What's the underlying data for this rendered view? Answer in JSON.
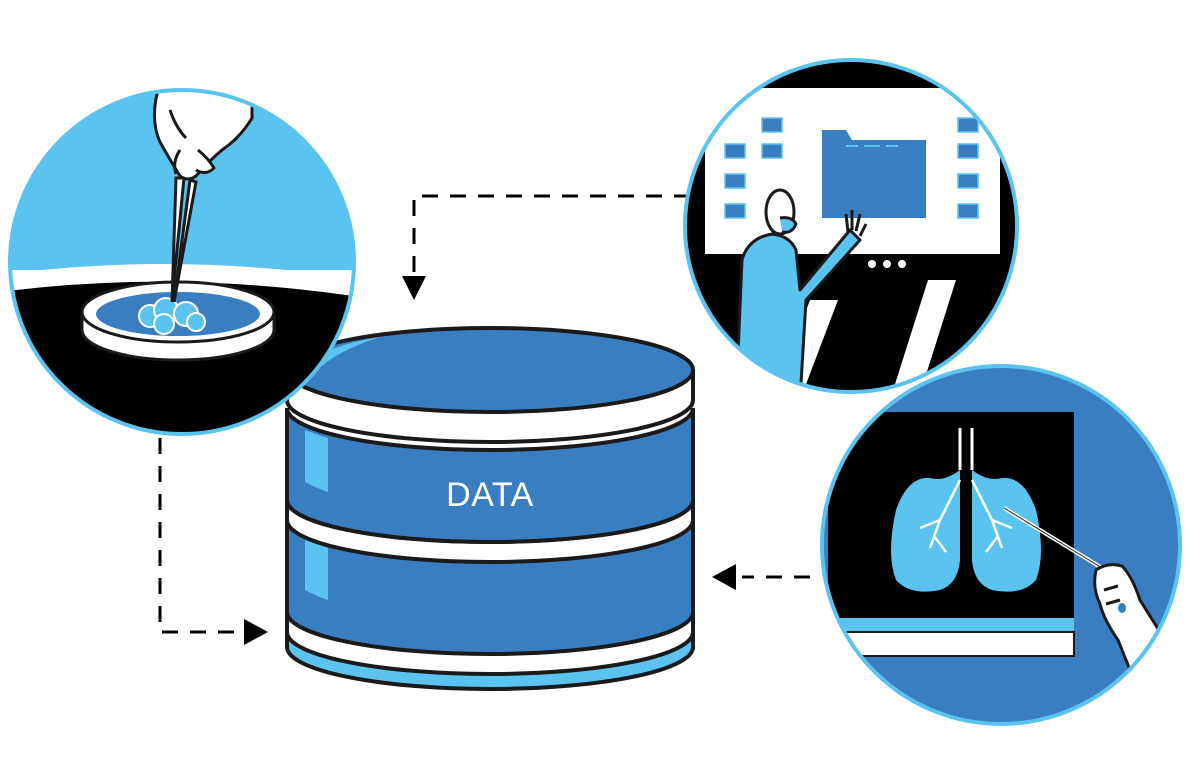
{
  "database": {
    "label": "DATA"
  },
  "colors": {
    "light_blue": "#5bc3f0",
    "dark_blue": "#3a7ec2",
    "black": "#000000",
    "white": "#ffffff",
    "outline": "#1a1a1a"
  },
  "scenes": [
    {
      "name": "petri-dish-scene",
      "icon": "tweezers-petri-dish-icon",
      "arrow_target": "database"
    },
    {
      "name": "researcher-screen-scene",
      "icon": "folder-display-icon",
      "arrow_target": "database"
    },
    {
      "name": "lung-xray-scene",
      "icon": "lungs-icon",
      "arrow_target": "database"
    }
  ]
}
